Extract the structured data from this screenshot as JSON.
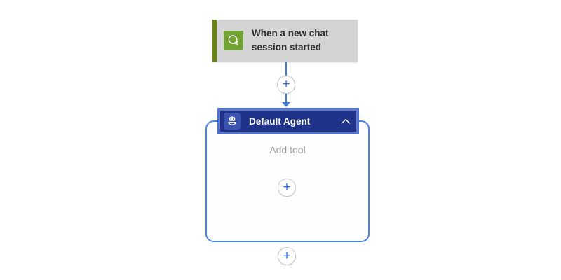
{
  "canvas": {
    "background": "#ffffff"
  },
  "trigger": {
    "title": "When a new chat session started",
    "icon": "chat-bubble-icon",
    "card_bg": "#d4d4d4",
    "stripe_color": "#66830e",
    "icon_bg": "#72a233"
  },
  "connector": {
    "color": "#3f7ed6",
    "insert_button_label": "+"
  },
  "agent": {
    "title": "Default Agent",
    "icon": "bot-icon",
    "header_bg": "#20338a",
    "header_border": "#4a6fd4",
    "icon_tile_bg": "#3b52ae",
    "container_border": "#4585e8",
    "body_placeholder": "Add tool",
    "add_tool_button_label": "+",
    "collapse_icon": "chevron-up-icon"
  },
  "after_agent": {
    "add_button_label": "+"
  }
}
